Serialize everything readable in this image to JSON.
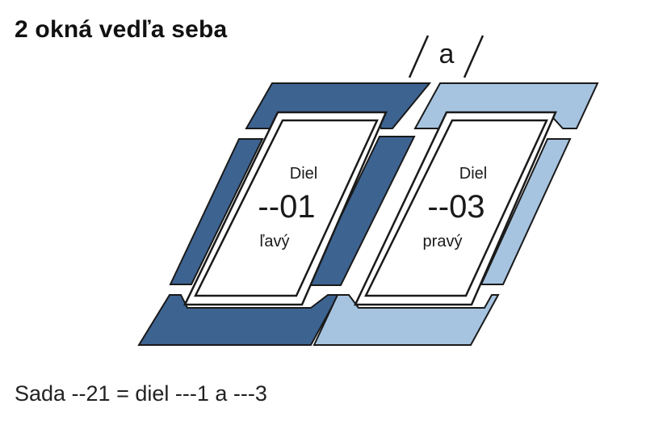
{
  "title": "2 okná vedľa seba",
  "dimension_label": "a",
  "windows": [
    {
      "part_label": "Diel",
      "code": "--01",
      "side": "ľavý"
    },
    {
      "part_label": "Diel",
      "code": "--03",
      "side": "pravý"
    }
  ],
  "colors": {
    "flashing_dark": "#3d6391",
    "flashing_light": "#a6c4e0",
    "outline": "#1a1a1a",
    "sash_fill": "#ffffff"
  },
  "footer": "Sada --21 = diel ---1 a ---3"
}
